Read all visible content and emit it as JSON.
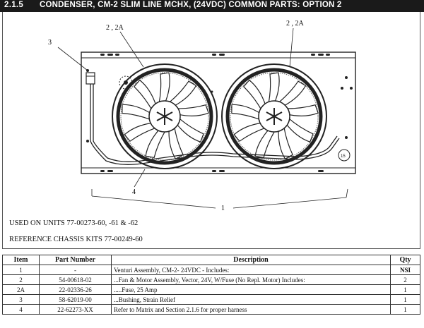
{
  "header": {
    "section_number": "2.1.5",
    "title": "CONDENSER, CM-2  SLIM LINE MCHX, (24VDC) COMMON PARTS: OPTION 2"
  },
  "diagram": {
    "callouts": {
      "fan_left": "2 , 2A",
      "fan_right": "2 , 2A",
      "bushing": "3",
      "harness": "4",
      "venturi": "1"
    }
  },
  "notes": {
    "used_on": "USED ON UNITS 77-00273-60, -61 & -62",
    "reference": "REFERENCE CHASSIS KITS 77-00249-60"
  },
  "table": {
    "headers": [
      "Item",
      "Part Number",
      "Description",
      "Qty"
    ],
    "rows": [
      {
        "item": "1",
        "part": "-",
        "desc": "Venturi Assembly, CM-2- 24VDC - Includes:",
        "qty": "NSI"
      },
      {
        "item": "2",
        "part": "54-00618-02",
        "desc": "...Fan & Motor Assembly, Vector, 24V, W/Fuse (No Repl. Motor) Includes:",
        "qty": "2"
      },
      {
        "item": "2A",
        "part": "22-02336-26",
        "desc": ".....Fuse, 25 Amp",
        "qty": "1"
      },
      {
        "item": "3",
        "part": "58-62019-00",
        "desc": "...Bushing, Strain Relief",
        "qty": "1"
      },
      {
        "item": "4",
        "part": "22-62273-XX",
        "desc": "Refer to Matrix and Section 2.1.6 for proper harness",
        "qty": "1"
      }
    ]
  }
}
